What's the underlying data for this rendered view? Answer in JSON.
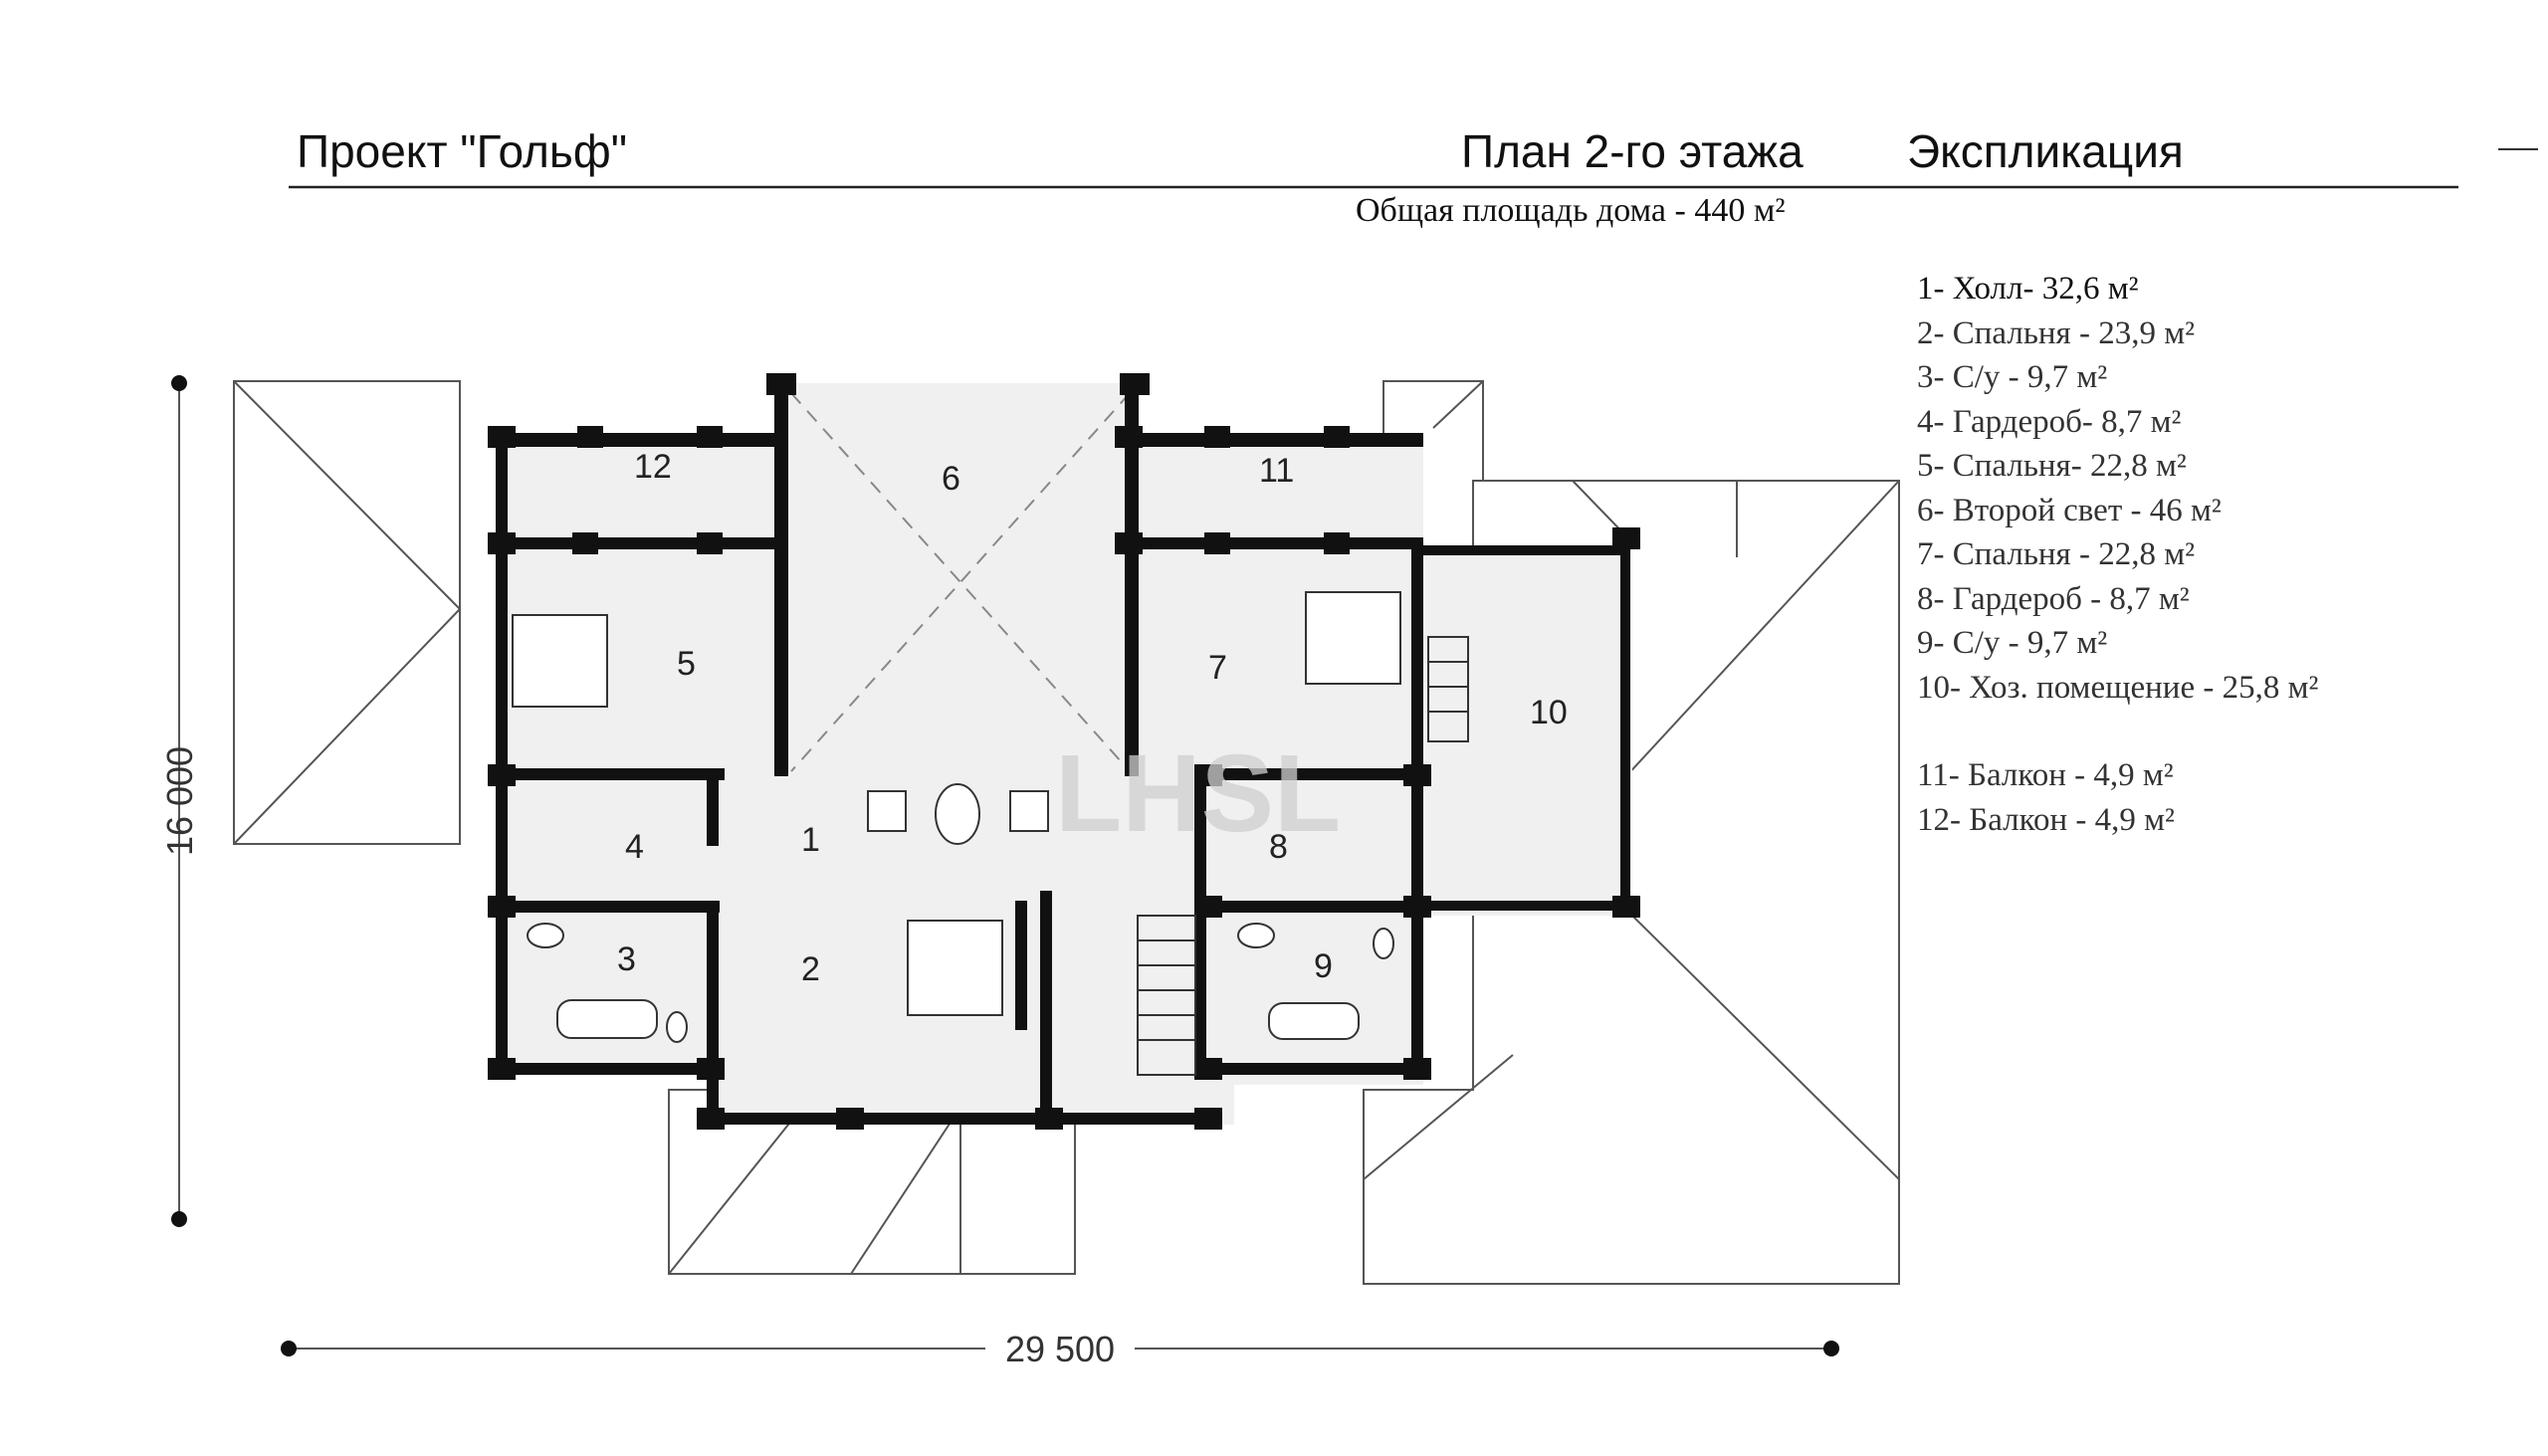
{
  "header": {
    "project_title": "Проект \"Гольф\"",
    "plan_title": "План 2-го этажа",
    "explication_title": "Экспликация",
    "total_area": "Общая площадь дома - 440 м²"
  },
  "legend": [
    {
      "text": "1- Холл- 32,6 м²"
    },
    {
      "text": "2- Спальня - 23,9 м²"
    },
    {
      "text": "3- С/у - 9,7 м²"
    },
    {
      "text": "4- Гардероб- 8,7 м²"
    },
    {
      "text": "5- Спальня- 22,8 м²"
    },
    {
      "text": "6- Второй свет - 46 м²"
    },
    {
      "text": "7- Спальня - 22,8 м²"
    },
    {
      "text": "8- Гардероб - 8,7 м²"
    },
    {
      "text": "9- С/у - 9,7 м²"
    },
    {
      "text": "10- Хоз. помещение - 25,8 м²"
    },
    {
      "text": ""
    },
    {
      "text": "11- Балкон - 4,9 м²"
    },
    {
      "text": "12- Балкон - 4,9 м²"
    }
  ],
  "rooms": [
    "1",
    "2",
    "3",
    "4",
    "5",
    "6",
    "7",
    "8",
    "9",
    "10",
    "11",
    "12"
  ],
  "dimensions": {
    "width": "29 500",
    "height": "16 000"
  },
  "watermark": "LHSL",
  "colors": {
    "wall": "#111111",
    "floor": "#f0f0f0",
    "roof_line": "#555555",
    "legend_text": "#333333"
  }
}
